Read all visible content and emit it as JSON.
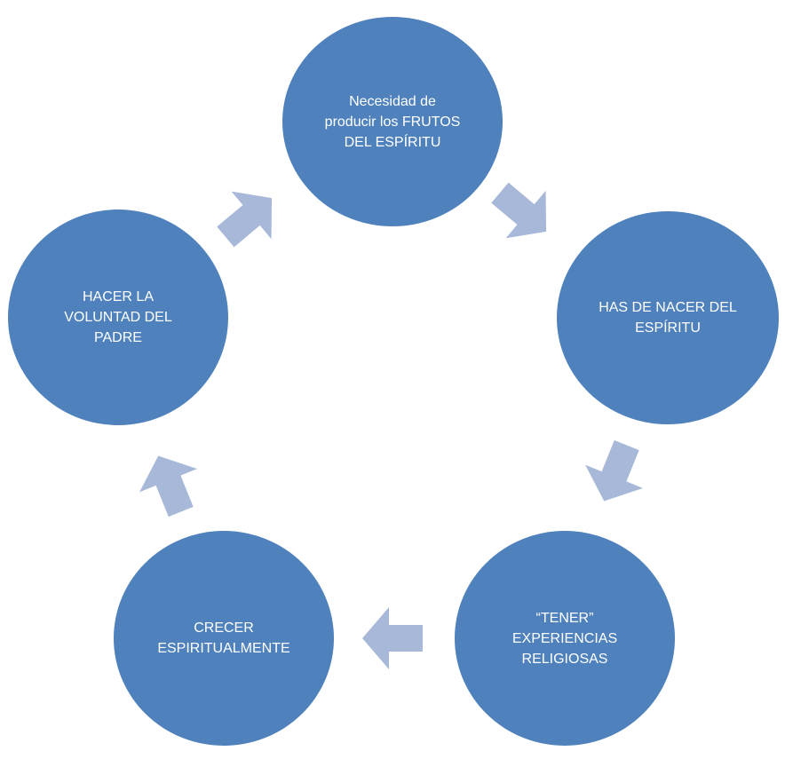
{
  "diagram": {
    "type": "cycle",
    "node_color": "#4f81bd",
    "arrow_color": "#a7b8d8",
    "text_color": "#ffffff",
    "nodes": [
      {
        "id": "frutos",
        "label": "Necesidad de\nproducir los FRUTOS\nDEL ESPÍRITU"
      },
      {
        "id": "nacer",
        "label": "HAS DE NACER DEL\nESPÍRITU"
      },
      {
        "id": "experiencias",
        "label": "“TENER”\nEXPERIENCIAS\nRELIGIOSAS"
      },
      {
        "id": "crecer",
        "label": "CRECER\nESPIRITUALMENTE"
      },
      {
        "id": "voluntad",
        "label": "HACER LA\nVOLUNTAD DEL\nPADRE"
      }
    ],
    "connections": [
      {
        "from": "frutos",
        "to": "nacer"
      },
      {
        "from": "nacer",
        "to": "experiencias"
      },
      {
        "from": "experiencias",
        "to": "crecer"
      },
      {
        "from": "crecer",
        "to": "voluntad"
      },
      {
        "from": "voluntad",
        "to": "frutos"
      }
    ]
  }
}
